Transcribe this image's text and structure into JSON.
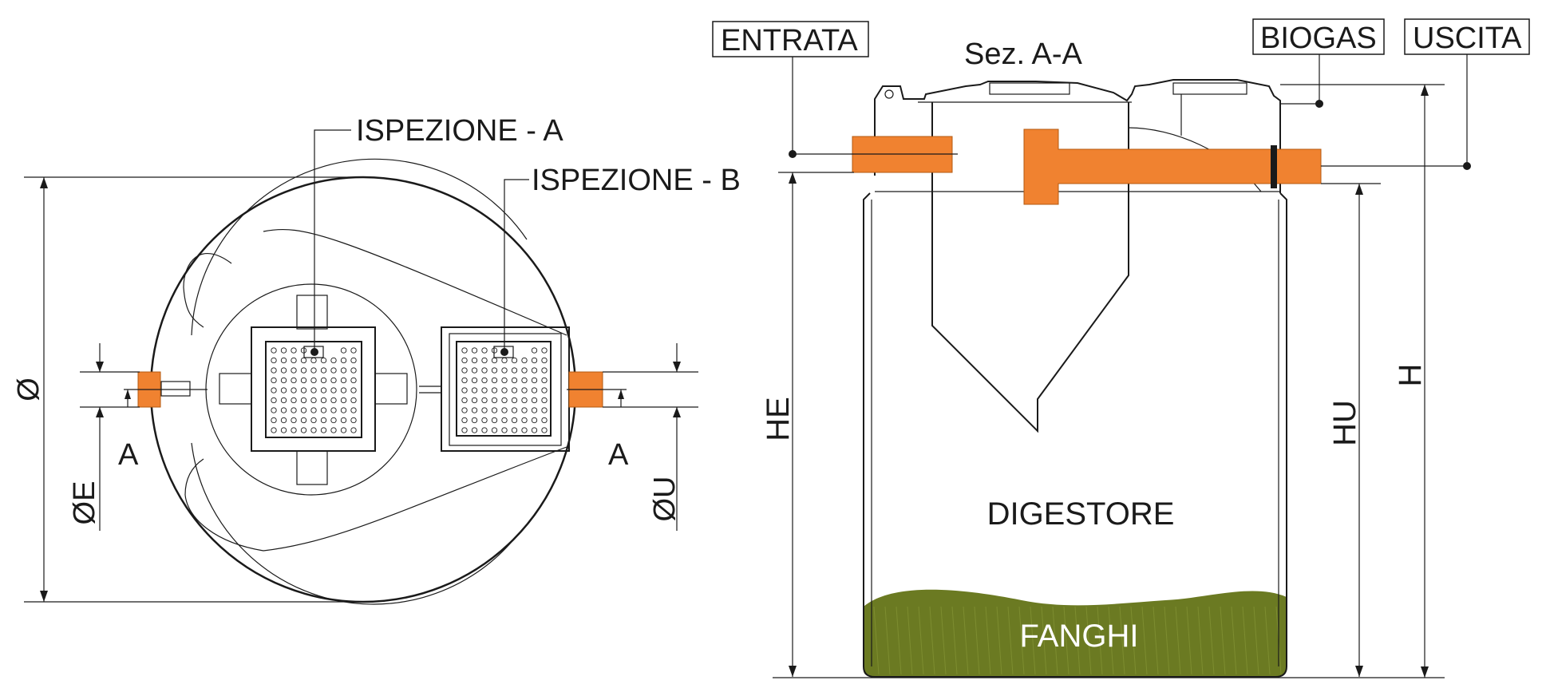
{
  "plan_view": {
    "inspection_a": "ISPEZIONE - A",
    "inspection_b": "ISPEZIONE - B",
    "dim_diameter": "Ø",
    "dim_inlet": "ØE",
    "dim_outlet": "ØU",
    "section_mark_left": "A",
    "section_mark_right": "A"
  },
  "section_view": {
    "title": "Sez. A-A",
    "inlet_label": "ENTRATA",
    "biogas_label": "BIOGAS",
    "outlet_label": "USCITA",
    "dim_inlet_height": "HE",
    "dim_outlet_height": "HU",
    "dim_height": "H",
    "digester_label": "DIGESTORE",
    "sludge_label": "FANGHI"
  },
  "colors": {
    "pipe": "#f08230",
    "sludge": "#6b7a22",
    "line": "#1a1a1a"
  }
}
